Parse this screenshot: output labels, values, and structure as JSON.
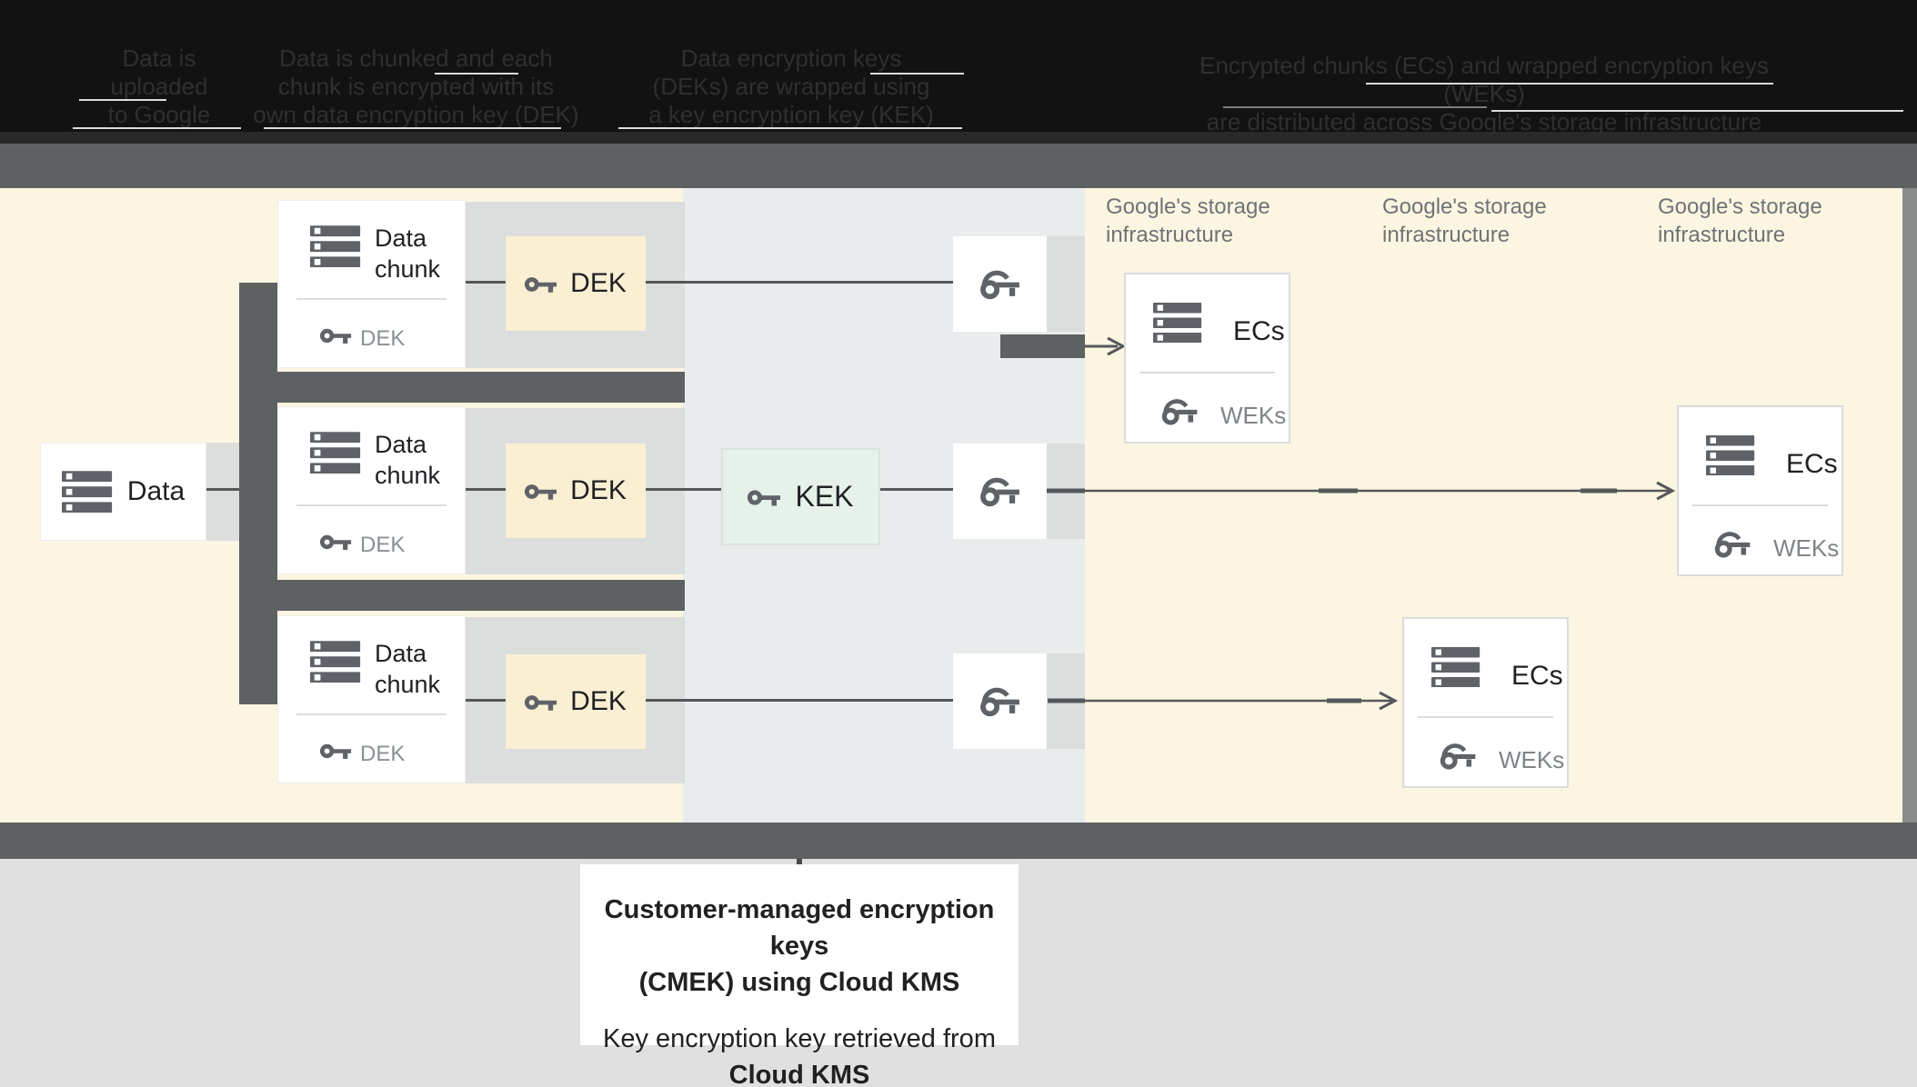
{
  "header_steps": [
    {
      "line1": "Data is",
      "line2": "uploaded",
      "line3": "to Google"
    },
    {
      "line1": "Data is chunked and each",
      "line2": "chunk is encrypted with its",
      "line3": "own data encryption key (DEK)"
    },
    {
      "line1": "Data encryption keys",
      "line2": "(DEKs) are wrapped using",
      "line3": "a key encryption key (KEK)"
    },
    {
      "line1": "Encrypted chunks (ECs) and wrapped encryption keys (WEKs)",
      "line2": "are distributed across Google's storage infrastructure",
      "line3": ""
    }
  ],
  "diagram": {
    "data_box": {
      "label": "Data"
    },
    "chunk_boxes": [
      {
        "title": "Data chunk",
        "key_label": "DEK"
      },
      {
        "title": "Data chunk",
        "key_label": "DEK"
      },
      {
        "title": "Data chunk",
        "key_label": "DEK"
      }
    ],
    "dek_labels": [
      "DEK",
      "DEK",
      "DEK"
    ],
    "kek_label": "KEK",
    "storage_labels": [
      "Google's storage infrastructure",
      "Google's storage infrastructure",
      "Google's storage infrastructure"
    ],
    "ecs_boxes": [
      {
        "title": "ECs",
        "key_label": "WEKs"
      },
      {
        "title": "ECs",
        "key_label": "WEKs"
      },
      {
        "title": "ECs",
        "key_label": "WEKs"
      }
    ]
  },
  "footer": {
    "title_line1": "Customer-managed encryption keys",
    "title_line2": "(CMEK) using Cloud KMS",
    "body_line1": "Key encryption key retrieved from",
    "body_line2": "Cloud KMS"
  },
  "colors": {
    "cream_zone": "#FCF5E1",
    "kms_panel": "#E8ECEC",
    "divider_bar": "#5E6161",
    "dek_box": "#FBEFD3",
    "kek_box": "#E5F1E9",
    "icon_gray": "#5F6368",
    "footer_area": "#E0E0E0"
  }
}
